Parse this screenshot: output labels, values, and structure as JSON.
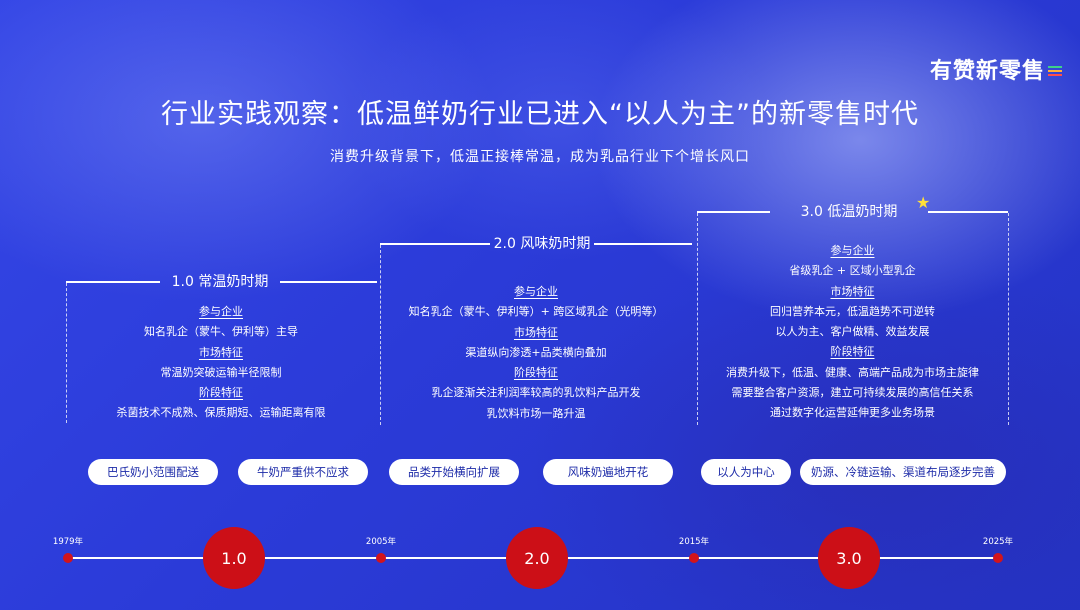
{
  "brand": {
    "logo_text": "有赞新零售",
    "bar_colors": [
      "#3ed08a",
      "#ffb13a",
      "#ff4d4d"
    ]
  },
  "title": "行业实践观察：低温鲜奶行业已进入“以人为主”的新零售时代",
  "subtitle": "消费升级背景下，低温正接棒常温，成为乳品行业下个增长风口",
  "stages": [
    {
      "label": "1.0 常温奶时期",
      "lines": [
        {
          "text": "参与企业",
          "heading": true
        },
        {
          "text": "知名乳企（蒙牛、伊利等）主导",
          "heading": false
        },
        {
          "text": "市场特征",
          "heading": true
        },
        {
          "text": "常温奶突破运输半径限制",
          "heading": false
        },
        {
          "text": "阶段特征",
          "heading": true
        },
        {
          "text": "杀菌技术不成熟、保质期短、运输距离有限",
          "heading": false
        }
      ]
    },
    {
      "label": "2.0 风味奶时期",
      "lines": [
        {
          "text": "参与企业",
          "heading": true
        },
        {
          "text": "知名乳企（蒙牛、伊利等）+ 跨区域乳企（光明等）",
          "heading": false
        },
        {
          "text": "市场特征",
          "heading": true
        },
        {
          "text": "渠道纵向渗透+品类横向叠加",
          "heading": false
        },
        {
          "text": "阶段特征",
          "heading": true
        },
        {
          "text": "乳企逐渐关注利润率较高的乳饮料产品开发",
          "heading": false
        },
        {
          "text": "乳饮料市场一路升温",
          "heading": false
        }
      ]
    },
    {
      "label": "3.0 低温奶时期",
      "lines": [
        {
          "text": "参与企业",
          "heading": true
        },
        {
          "text": "省级乳企 + 区域小型乳企",
          "heading": false
        },
        {
          "text": "市场特征",
          "heading": true
        },
        {
          "text": "回归营养本元，低温趋势不可逆转",
          "heading": false
        },
        {
          "text": "以人为主、客户做精、效益发展",
          "heading": false
        },
        {
          "text": "阶段特征",
          "heading": true
        },
        {
          "text": "消费升级下，低温、健康、高端产品成为市场主旋律",
          "heading": false
        },
        {
          "text": "需要整合客户资源，建立可持续发展的高信任关系",
          "heading": false
        },
        {
          "text": "通过数字化运营延伸更多业务场景",
          "heading": false
        }
      ]
    }
  ],
  "pills": [
    "巴氏奶小范围配送",
    "牛奶严重供不应求",
    "品类开始横向扩展",
    "风味奶遍地开花",
    "以人为中心",
    "奶源、冷链运输、渠道布局逐步完善"
  ],
  "timeline": {
    "years": [
      "1979年",
      "2005年",
      "2015年",
      "2025年"
    ],
    "markers": [
      "1.0",
      "2.0",
      "3.0"
    ],
    "dot_color": "#d2141c",
    "marker_color": "#cc0f17"
  },
  "colors": {
    "background": "#2e3fdc",
    "pill_text": "#1d2ba8",
    "star": "#ffe03a"
  }
}
